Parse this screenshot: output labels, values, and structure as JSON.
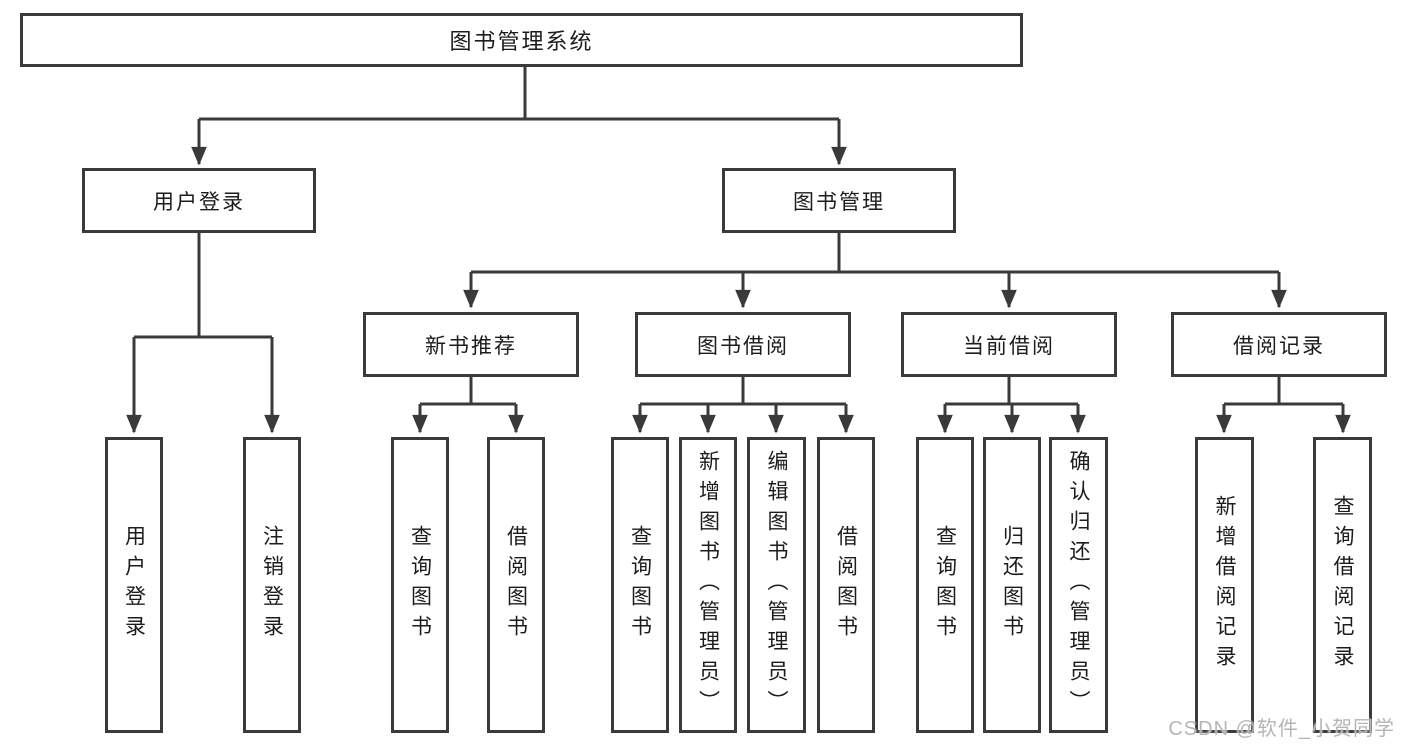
{
  "colors": {
    "line": "#3a3a3a",
    "box_border": "#3a3a3a",
    "text": "#1c1c1c",
    "watermark": "#b5b5b5",
    "background": "#ffffff"
  },
  "watermark": {
    "text": "CSDN @软件_小贺同学"
  },
  "root": {
    "label": "图书管理系统"
  },
  "branches": [
    {
      "label": "用户登录",
      "children": [
        {
          "label": "用户登录"
        },
        {
          "label": "注销登录"
        }
      ]
    },
    {
      "label": "图书管理",
      "children": [
        {
          "label": "新书推荐",
          "children": [
            {
              "label": "查询图书"
            },
            {
              "label": "借阅图书"
            }
          ]
        },
        {
          "label": "图书借阅",
          "children": [
            {
              "label": "查询图书"
            },
            {
              "label": "新增图书（管理员）"
            },
            {
              "label": "编辑图书（管理员）"
            },
            {
              "label": "借阅图书"
            }
          ]
        },
        {
          "label": "当前借阅",
          "children": [
            {
              "label": "查询图书"
            },
            {
              "label": "归还图书"
            },
            {
              "label": "确认归还（管理员）"
            }
          ]
        },
        {
          "label": "借阅记录",
          "children": [
            {
              "label": "新增借阅记录"
            },
            {
              "label": "查询借阅记录"
            }
          ]
        }
      ]
    }
  ]
}
